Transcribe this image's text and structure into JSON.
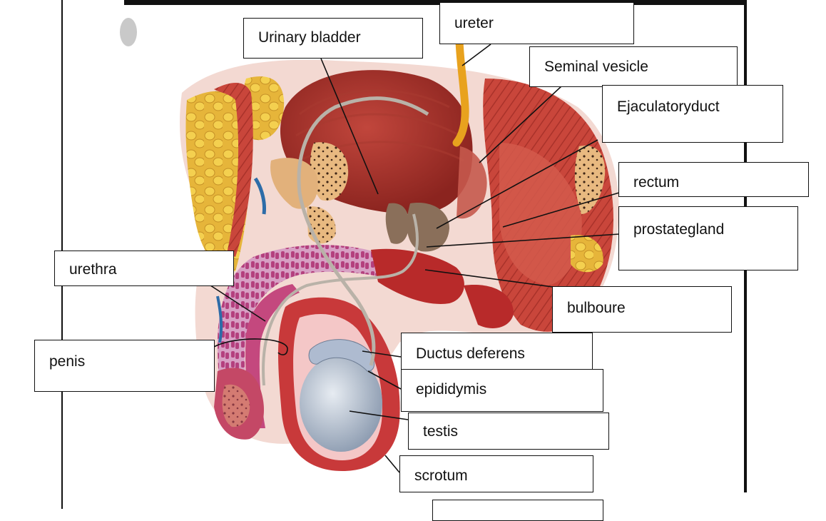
{
  "diagram": {
    "labels": {
      "urinary_bladder": "Urinary bladder",
      "ureter": "ureter",
      "seminal_vesicle": "Seminal vesicle",
      "ejaculatory_duct": "Ejaculatoryduct",
      "rectum": "rectum",
      "prostate_gland": "prostategland",
      "urethra": "urethra",
      "bulbourethral": "bulboure",
      "penis": "penis",
      "ductus_deferens": "Ductus deferens",
      "epididymis": "epididymis",
      "testis": "testis",
      "scrotum": "scrotum",
      "bottom_box": ""
    }
  }
}
